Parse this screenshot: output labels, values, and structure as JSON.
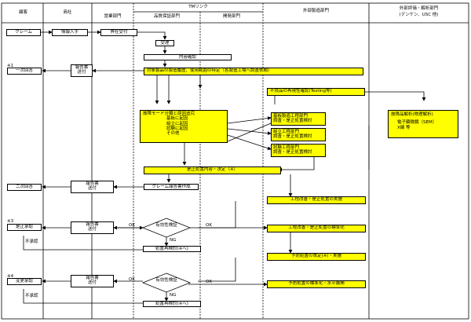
{
  "headers": {
    "customer": "顧客",
    "company": "商社",
    "sales": "営業部門",
    "tm_link": "TMリンク",
    "qa": "品質保証部門",
    "dev": "開発部門",
    "mfg": "外部製造部門",
    "eval": "外部評価・解析部門",
    "eval_sub": "(デンケン、USC 他)"
  },
  "boxes": {
    "claim": "クレーム",
    "info_in": "情報入手",
    "receive": "弊社受付",
    "accept": "受理",
    "content_confirm": "内容確認",
    "identify": "対象製品の製造履歴、使用範囲の特定（各製造工場へ調査依頼）",
    "reproduce": "不良品の再現性確認(Testing等)",
    "failure_analysis": "故障モード分類と原因追究",
    "cause_items": [
      "基板に起因",
      "組立に起因",
      "試験に起因",
      "その他"
    ],
    "pcb_dept": [
      "基板製造工程部門",
      "調査・是正処置検討"
    ],
    "assy_dept": [
      "組立工程部門",
      "調査・是正処置検討"
    ],
    "test_dept": [
      "試験工程部門",
      "調査・是正処置検討"
    ],
    "analysis": [
      "故障品解析(物理解析)",
      "電子顕微鏡（SEM）",
      "X線 等"
    ],
    "corrective_decide": "是正処置内容・決定（※）",
    "report1": "報告書送付",
    "claim_report": "クレーム報告書作成",
    "impl1": "工程改善・是正処置の実施",
    "report2": "報告書送付",
    "effective1": "有効性検証",
    "std1": "工程改善・是正処置の標準化",
    "reexam1": "処置再検討(※へ)",
    "preventive": "予防処置の策定(※)・実施",
    "report3": "報告書送付",
    "effective2": "有効性検証",
    "std2": "予防処置の標準化・水平展開",
    "reexam2": "処置再検討(※へ)"
  },
  "customer_side": {
    "mark1": "※1",
    "first_reply": "一次回答",
    "second_reply": "二次回答",
    "mark3": "※3",
    "corrective_approve": "是正承認",
    "reject1": "不承認",
    "mark4": "※4",
    "prevent_approve": "変更承認",
    "reject2": "不承認"
  },
  "edge_labels": {
    "ok1a": "OK",
    "ok1b": "OK",
    "ng1": "NG",
    "ok2a": "OK",
    "ok2b": "OK",
    "ng2": "NG"
  }
}
